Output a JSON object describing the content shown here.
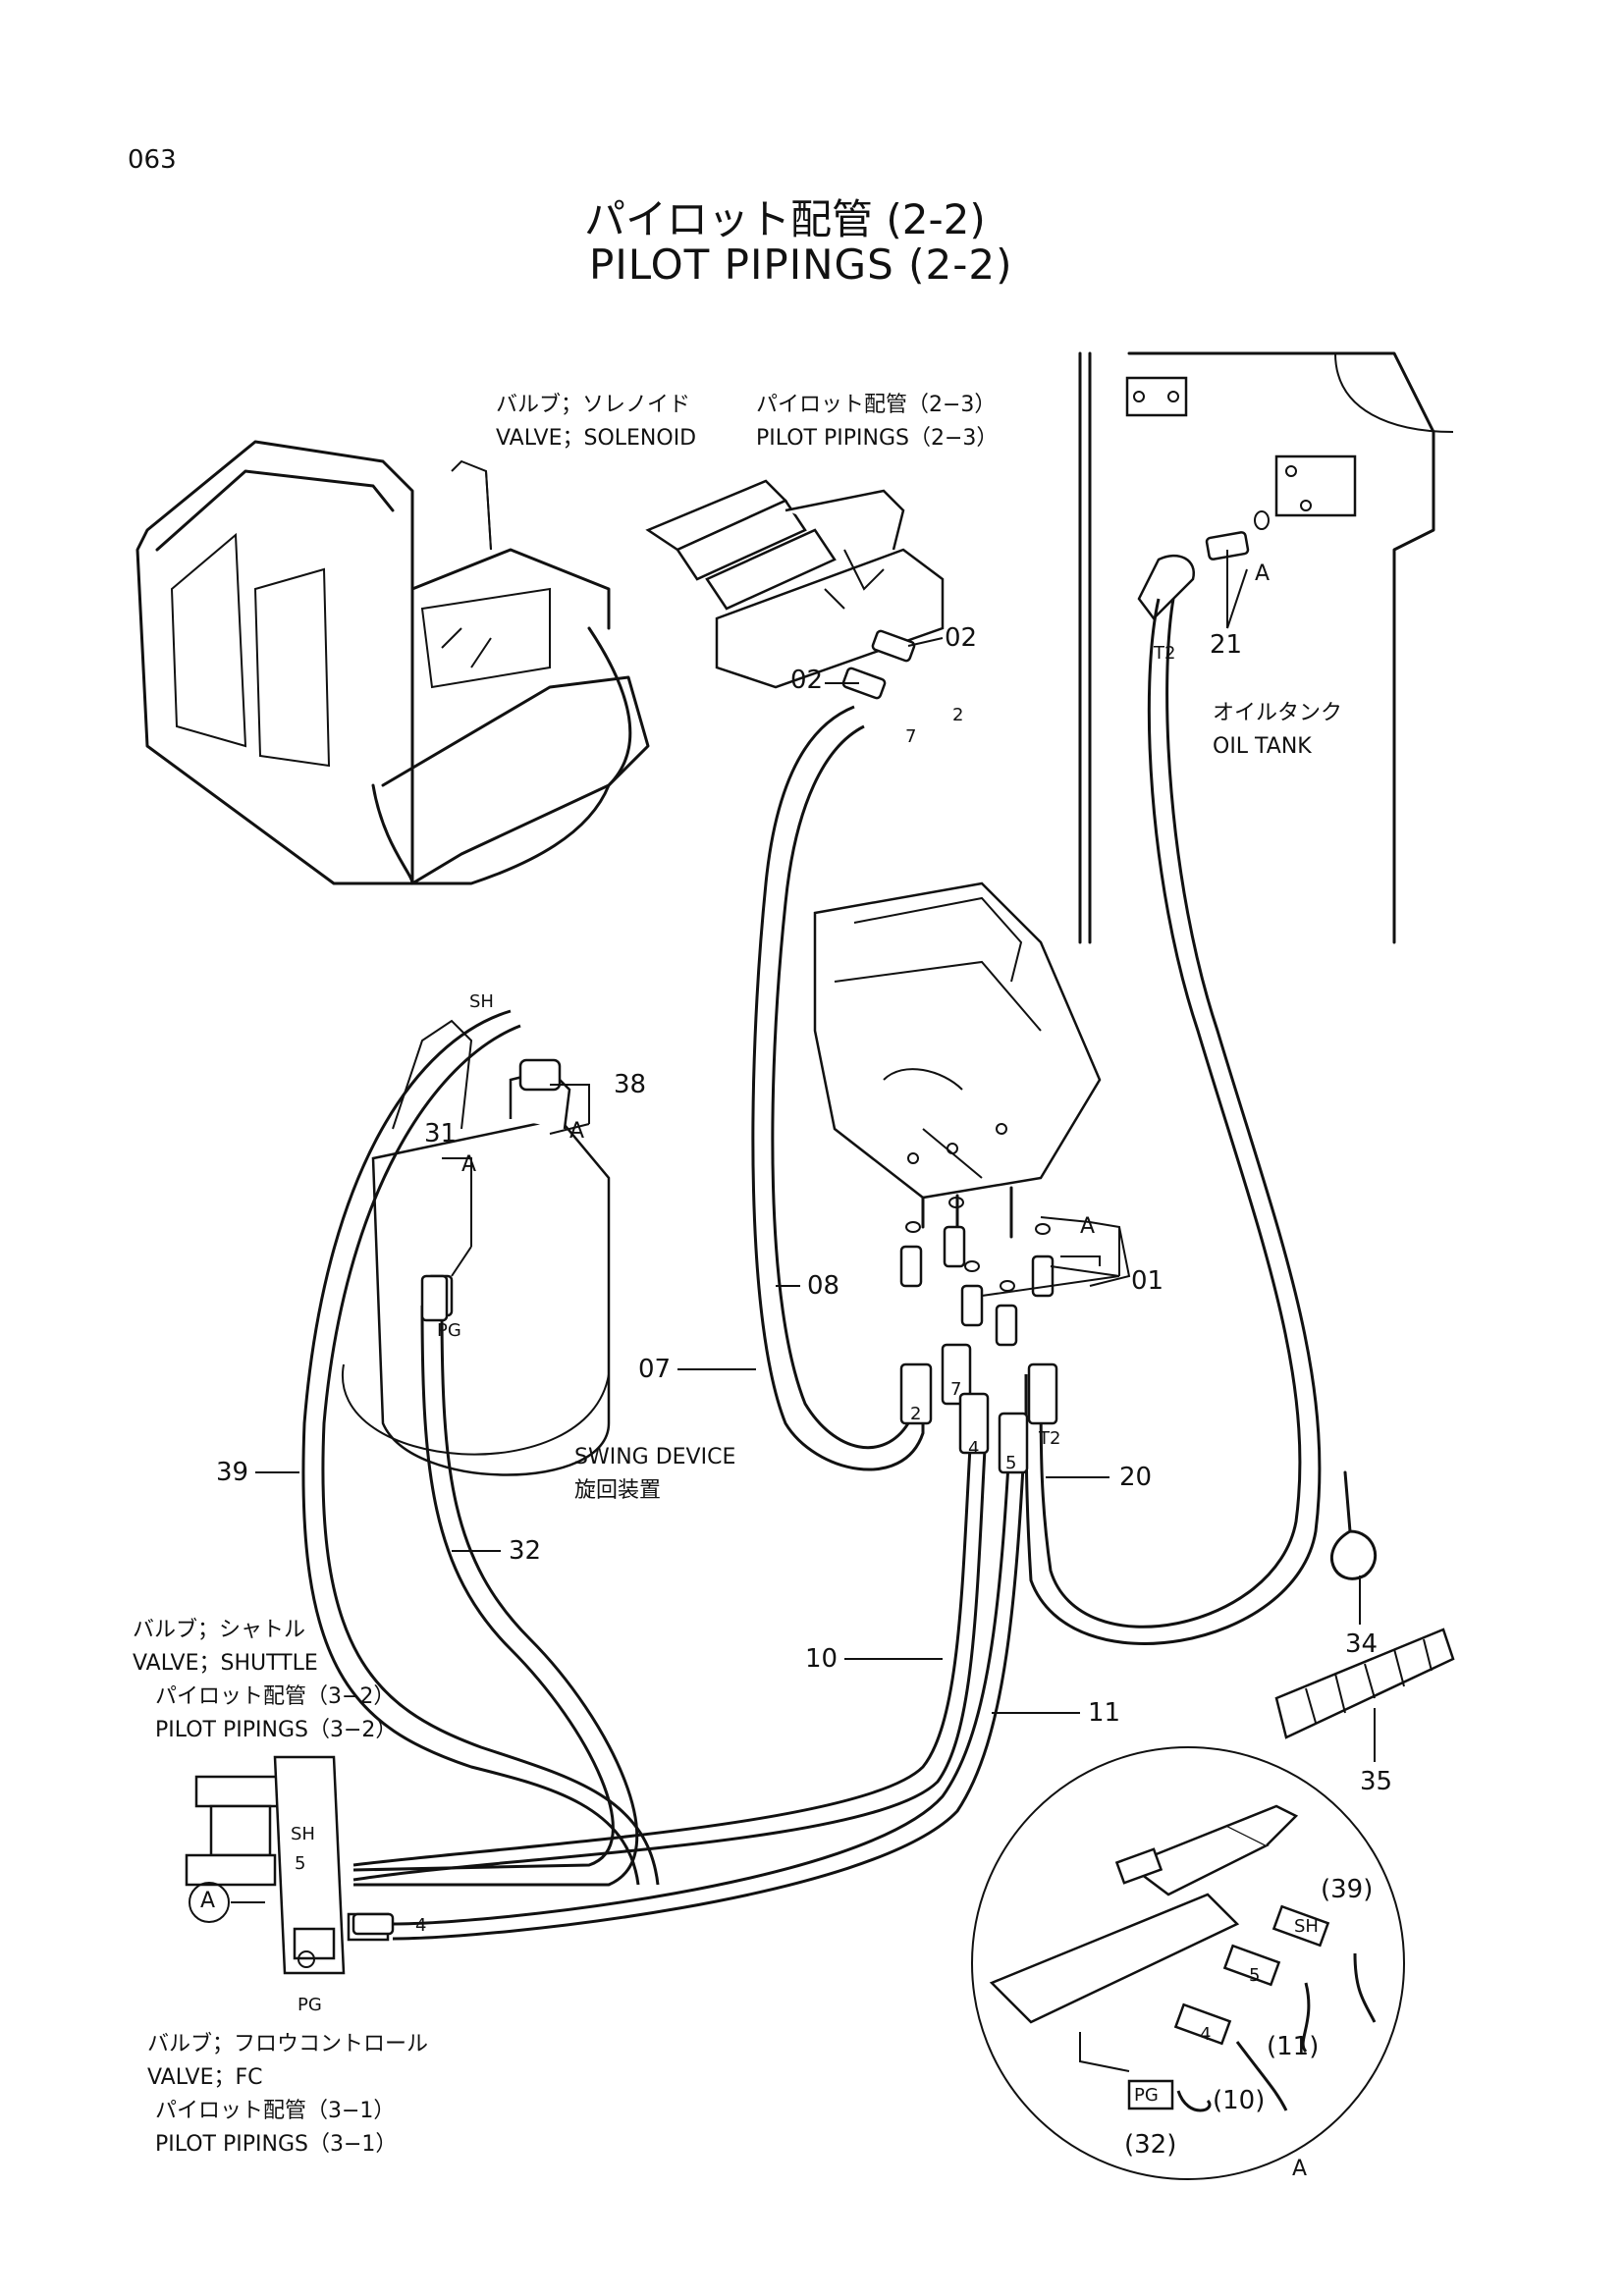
{
  "page_number": "063",
  "title_jp": "パイロット配管 (2-2)",
  "title_en": "PILOT PIPINGS (2-2)",
  "labels": {
    "valve_solenoid_jp": "バルブ；ソレノイド",
    "valve_solenoid_en": "VALVE；SOLENOID",
    "ref_23_jp": "パイロット配管（2−3）",
    "ref_23_en": "PILOT PIPINGS（2−3）",
    "oil_tank_jp": "オイルタンク",
    "oil_tank_en": "OIL TANK",
    "swing_device_en": "SWING DEVICE",
    "swing_device_jp": "旋回装置",
    "valve_shuttle_jp": "バルブ；シャトル",
    "valve_shuttle_en": "VALVE；SHUTTLE",
    "ref_32_jp": "パイロット配管（3−2）",
    "ref_32_en": "PILOT PIPINGS（3−2）",
    "valve_fc_jp": "バルブ；フロウコントロール",
    "valve_fc_en": "VALVE；FC",
    "ref_31_jp": "パイロット配管（3−1）",
    "ref_31_en": "PILOT PIPINGS（3−1）"
  },
  "part_numbers": {
    "p02a": "02",
    "p02b": "02",
    "p21": "21",
    "p38": "38",
    "p31": "31",
    "p01": "01",
    "p08": "08",
    "p07": "07",
    "p20": "20",
    "p39": "39",
    "p32": "32",
    "p34": "34",
    "p10": "10",
    "p11": "11",
    "p35": "35"
  },
  "markers": {
    "A1": "A",
    "A2": "A",
    "A3": "A",
    "A4": "A",
    "A_detail": "A",
    "A_circle": "A",
    "T2a": "T2",
    "T2b": "T2",
    "SH": "SH",
    "PG": "PG",
    "sh_detail": "SH",
    "pg_detail": "PG",
    "five": "5",
    "four": "4",
    "h2": "2",
    "h4": "4",
    "h5": "5",
    "h7": "7",
    "d5": "5",
    "d4": "4",
    "p2": "2",
    "p7": "7"
  },
  "detail_callouts": {
    "c39": "(39)",
    "c11": "(11)",
    "c10": "(10)",
    "c32": "(32)"
  }
}
